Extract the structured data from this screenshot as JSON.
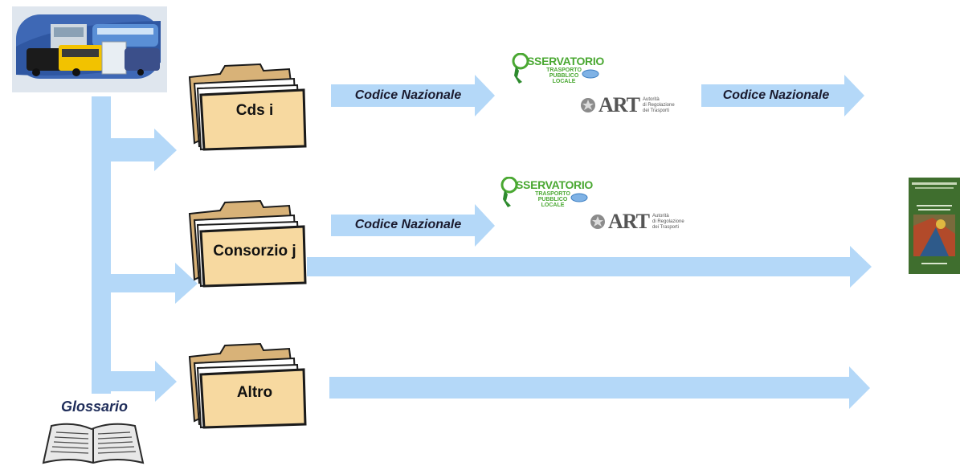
{
  "folders": {
    "cds": "Cds i",
    "consorzio": "Consorzio j",
    "altro": "Altro"
  },
  "arrow_labels": {
    "codice_1": "Codice Nazionale",
    "codice_2": "Codice Nazionale",
    "codice_3": "Codice Nazionale"
  },
  "logos": {
    "osservatorio": {
      "title": "SSERVATORIO",
      "sub1": "TRASPORTO",
      "sub2": "PUBBLICO",
      "sub3": "LOCALE"
    },
    "art": {
      "name": "ART",
      "line1": "Autorità",
      "line2": "di Regolazione",
      "line3": "dei Trasporti"
    }
  },
  "glossario": "Glossario",
  "colors": {
    "arrow": "#b4d8f8",
    "folder_fill": "#f7d9a0",
    "folder_outline": "#1a1a1a",
    "report_green": "#3f6e2e",
    "logo_green": "#4aa832"
  },
  "icons": [
    "vehicles-image",
    "folder-icon",
    "osservatorio-logo",
    "art-logo",
    "report-cover-image",
    "book-icon"
  ]
}
